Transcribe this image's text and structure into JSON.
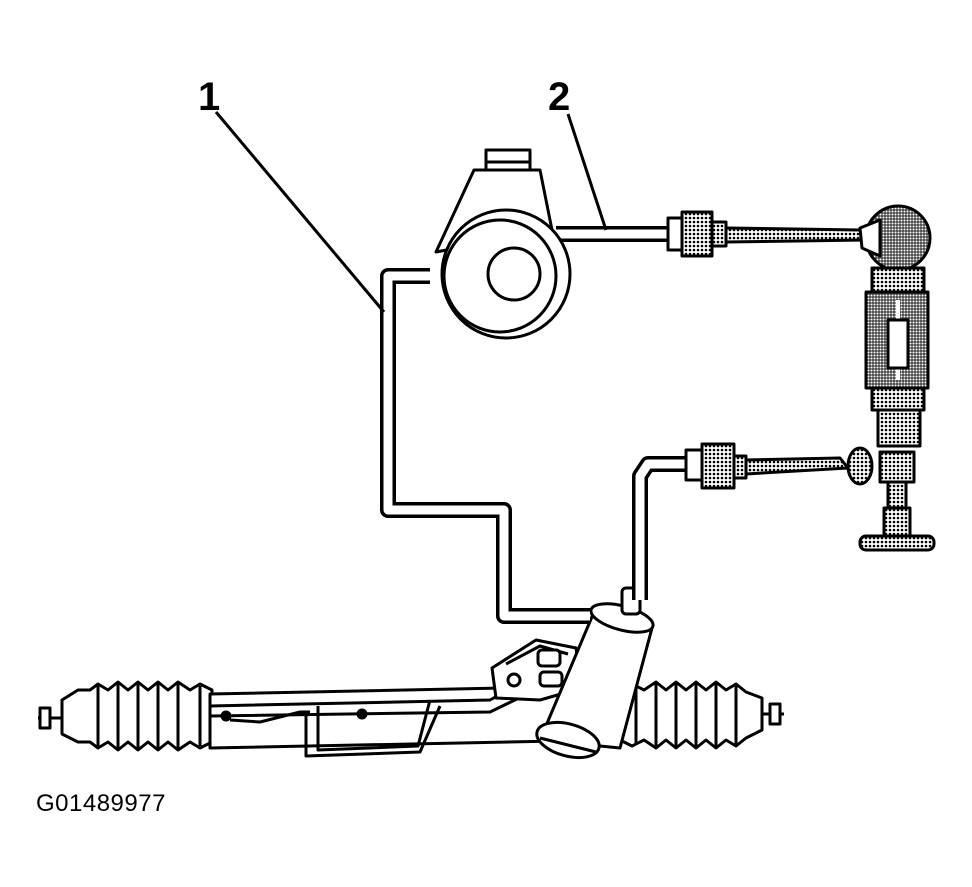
{
  "diagram": {
    "callouts": [
      {
        "label": "1"
      },
      {
        "label": "2"
      }
    ],
    "figure_id": "G01489977"
  },
  "colors": {
    "ink": "#000000",
    "paper": "#ffffff",
    "screen": "#777777"
  }
}
